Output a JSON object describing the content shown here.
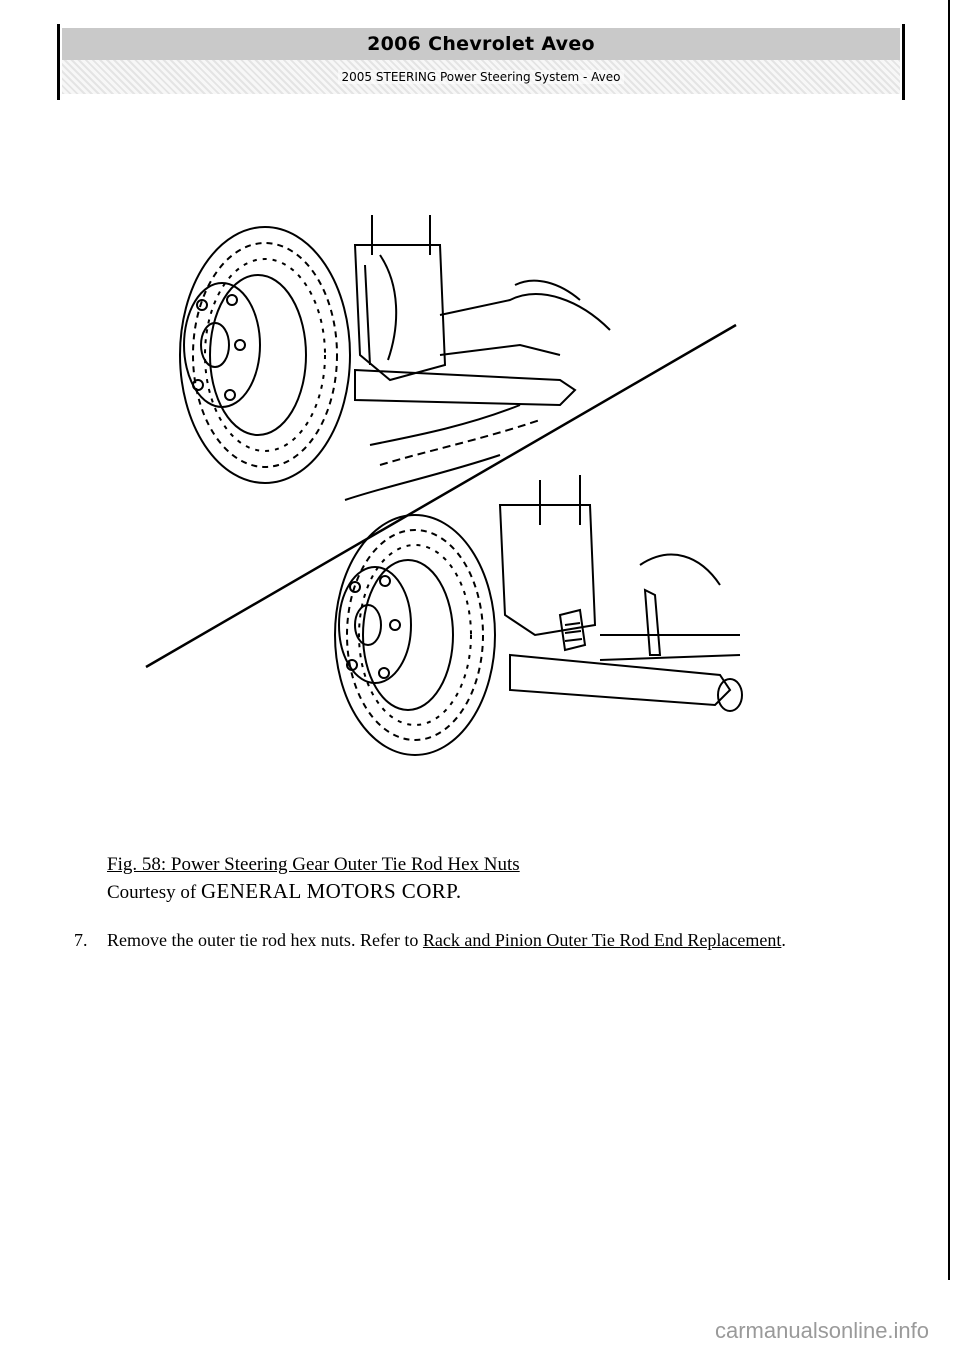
{
  "header": {
    "title": "2006 Chevrolet Aveo",
    "subtitle": "2005 STEERING Power Steering System - Aveo"
  },
  "figure": {
    "caption": "Fig. 58: Power Steering Gear Outer Tie Rod Hex Nuts",
    "courtesy_prefix": "Courtesy of",
    "courtesy_org": "GENERAL MOTORS CORP."
  },
  "step": {
    "number": "7.",
    "text": "Remove the outer tie rod hex nuts. Refer to",
    "link": "Rack and Pinion Outer Tie Rod End Replacement",
    "suffix": "."
  },
  "footer": {
    "watermark": "carmanualsonline.info"
  }
}
